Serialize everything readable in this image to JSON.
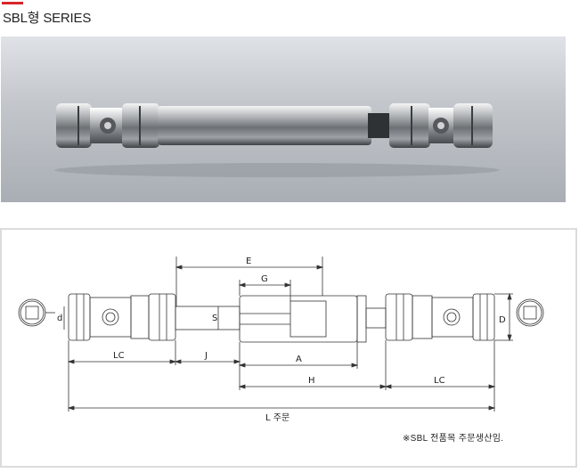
{
  "header": {
    "title": "SBL형 SERIES"
  },
  "colors": {
    "accent": "#d8262b",
    "photo_bg_top": "#dfe2e6",
    "photo_bg_bottom": "#a9aeb4",
    "panel_border": "#dcdcdc",
    "line": "#333333"
  },
  "drawing": {
    "labels": {
      "E": "E",
      "G": "G",
      "S": "S",
      "d": "d",
      "D": "D",
      "LC_left": "LC",
      "J": "J",
      "A": "A",
      "H": "H",
      "LC_right": "LC",
      "L": "L  주문"
    },
    "note": "※SBL 전품목 주문생산임."
  }
}
